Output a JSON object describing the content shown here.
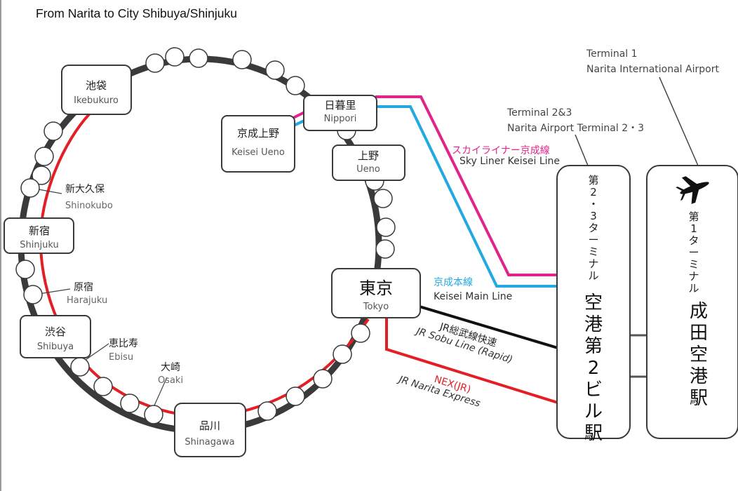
{
  "title": "From Narita to City Shibuya/Shinjuku",
  "colors": {
    "yamanote": "#3a3a3a",
    "skyliner": "#e2248a",
    "keisei_main": "#22a9e1",
    "nex": "#e31e24",
    "sobu": "#111111"
  },
  "stations": {
    "ikebukuro": {
      "jp": "池袋",
      "en": "Ikebukuro"
    },
    "nippori": {
      "jp": "日暮里",
      "en": "Nippori"
    },
    "keisei_ueno": {
      "jp": "京成上野",
      "en": "Keisei Ueno"
    },
    "ueno": {
      "jp": "上野",
      "en": "Ueno"
    },
    "shinokubo": {
      "jp": "新大久保",
      "en": "Shinokubo"
    },
    "shinjuku": {
      "jp": "新宿",
      "en": "Shinjuku"
    },
    "harajuku": {
      "jp": "原宿",
      "en": "Harajuku"
    },
    "shibuya": {
      "jp": "渋谷",
      "en": "Shibuya"
    },
    "ebisu": {
      "jp": "恵比寿",
      "en": "Ebisu"
    },
    "osaki": {
      "jp": "大崎",
      "en": "Osaki"
    },
    "shinagawa": {
      "jp": "品川",
      "en": "Shinagawa"
    },
    "tokyo": {
      "jp": "東京",
      "en": "Tokyo"
    }
  },
  "lines": {
    "skyliner": {
      "jp": "スカイライナー京成線",
      "en": "Sky Liner Keisei Line"
    },
    "keisei_main": {
      "jp": "京成本線",
      "en": "Keisei Main Line"
    },
    "sobu": {
      "jp": "JR総武線快速",
      "en": "JR Sobu Line (Rapid)"
    },
    "nex": {
      "jp": "NEX(JR)",
      "en": "JR Narita Express"
    }
  },
  "terminals": {
    "t1": {
      "line1": "Terminal 1",
      "line2": "Narita International Airport",
      "small": "第1ターミナル",
      "big": "成田空港駅"
    },
    "t23": {
      "line1": "Terminal 2&3",
      "line2": "Narita Airport Terminal 2・3",
      "small": "第2・3ターミナル",
      "big": "空港第2ビル駅"
    }
  },
  "icons": [
    "airplane-icon"
  ]
}
